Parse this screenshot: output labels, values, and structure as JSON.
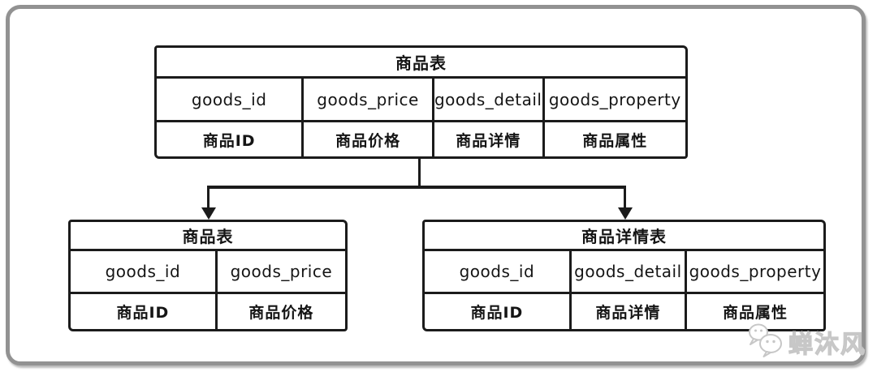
{
  "diagram": {
    "top_table": {
      "title": "商品表",
      "columns": [
        {
          "field": "goods_id",
          "label": "商品ID"
        },
        {
          "field": "goods_price",
          "label": "商品价格"
        },
        {
          "field": "goods_detail",
          "label": "商品详情"
        },
        {
          "field": "goods_property",
          "label": "商品属性"
        }
      ]
    },
    "left_table": {
      "title": "商品表",
      "columns": [
        {
          "field": "goods_id",
          "label": "商品ID"
        },
        {
          "field": "goods_price",
          "label": "商品价格"
        }
      ]
    },
    "right_table": {
      "title": "商品详情表",
      "columns": [
        {
          "field": "goods_id",
          "label": "商品ID"
        },
        {
          "field": "goods_detail",
          "label": "商品详情"
        },
        {
          "field": "goods_property",
          "label": "商品属性"
        }
      ]
    },
    "colors": {
      "line": "#1b1b1b",
      "frame_border": "#929292",
      "watermark": "#c7c7c7"
    }
  },
  "watermark": {
    "icon": "wechat-icon",
    "text": "蝉沐风"
  }
}
